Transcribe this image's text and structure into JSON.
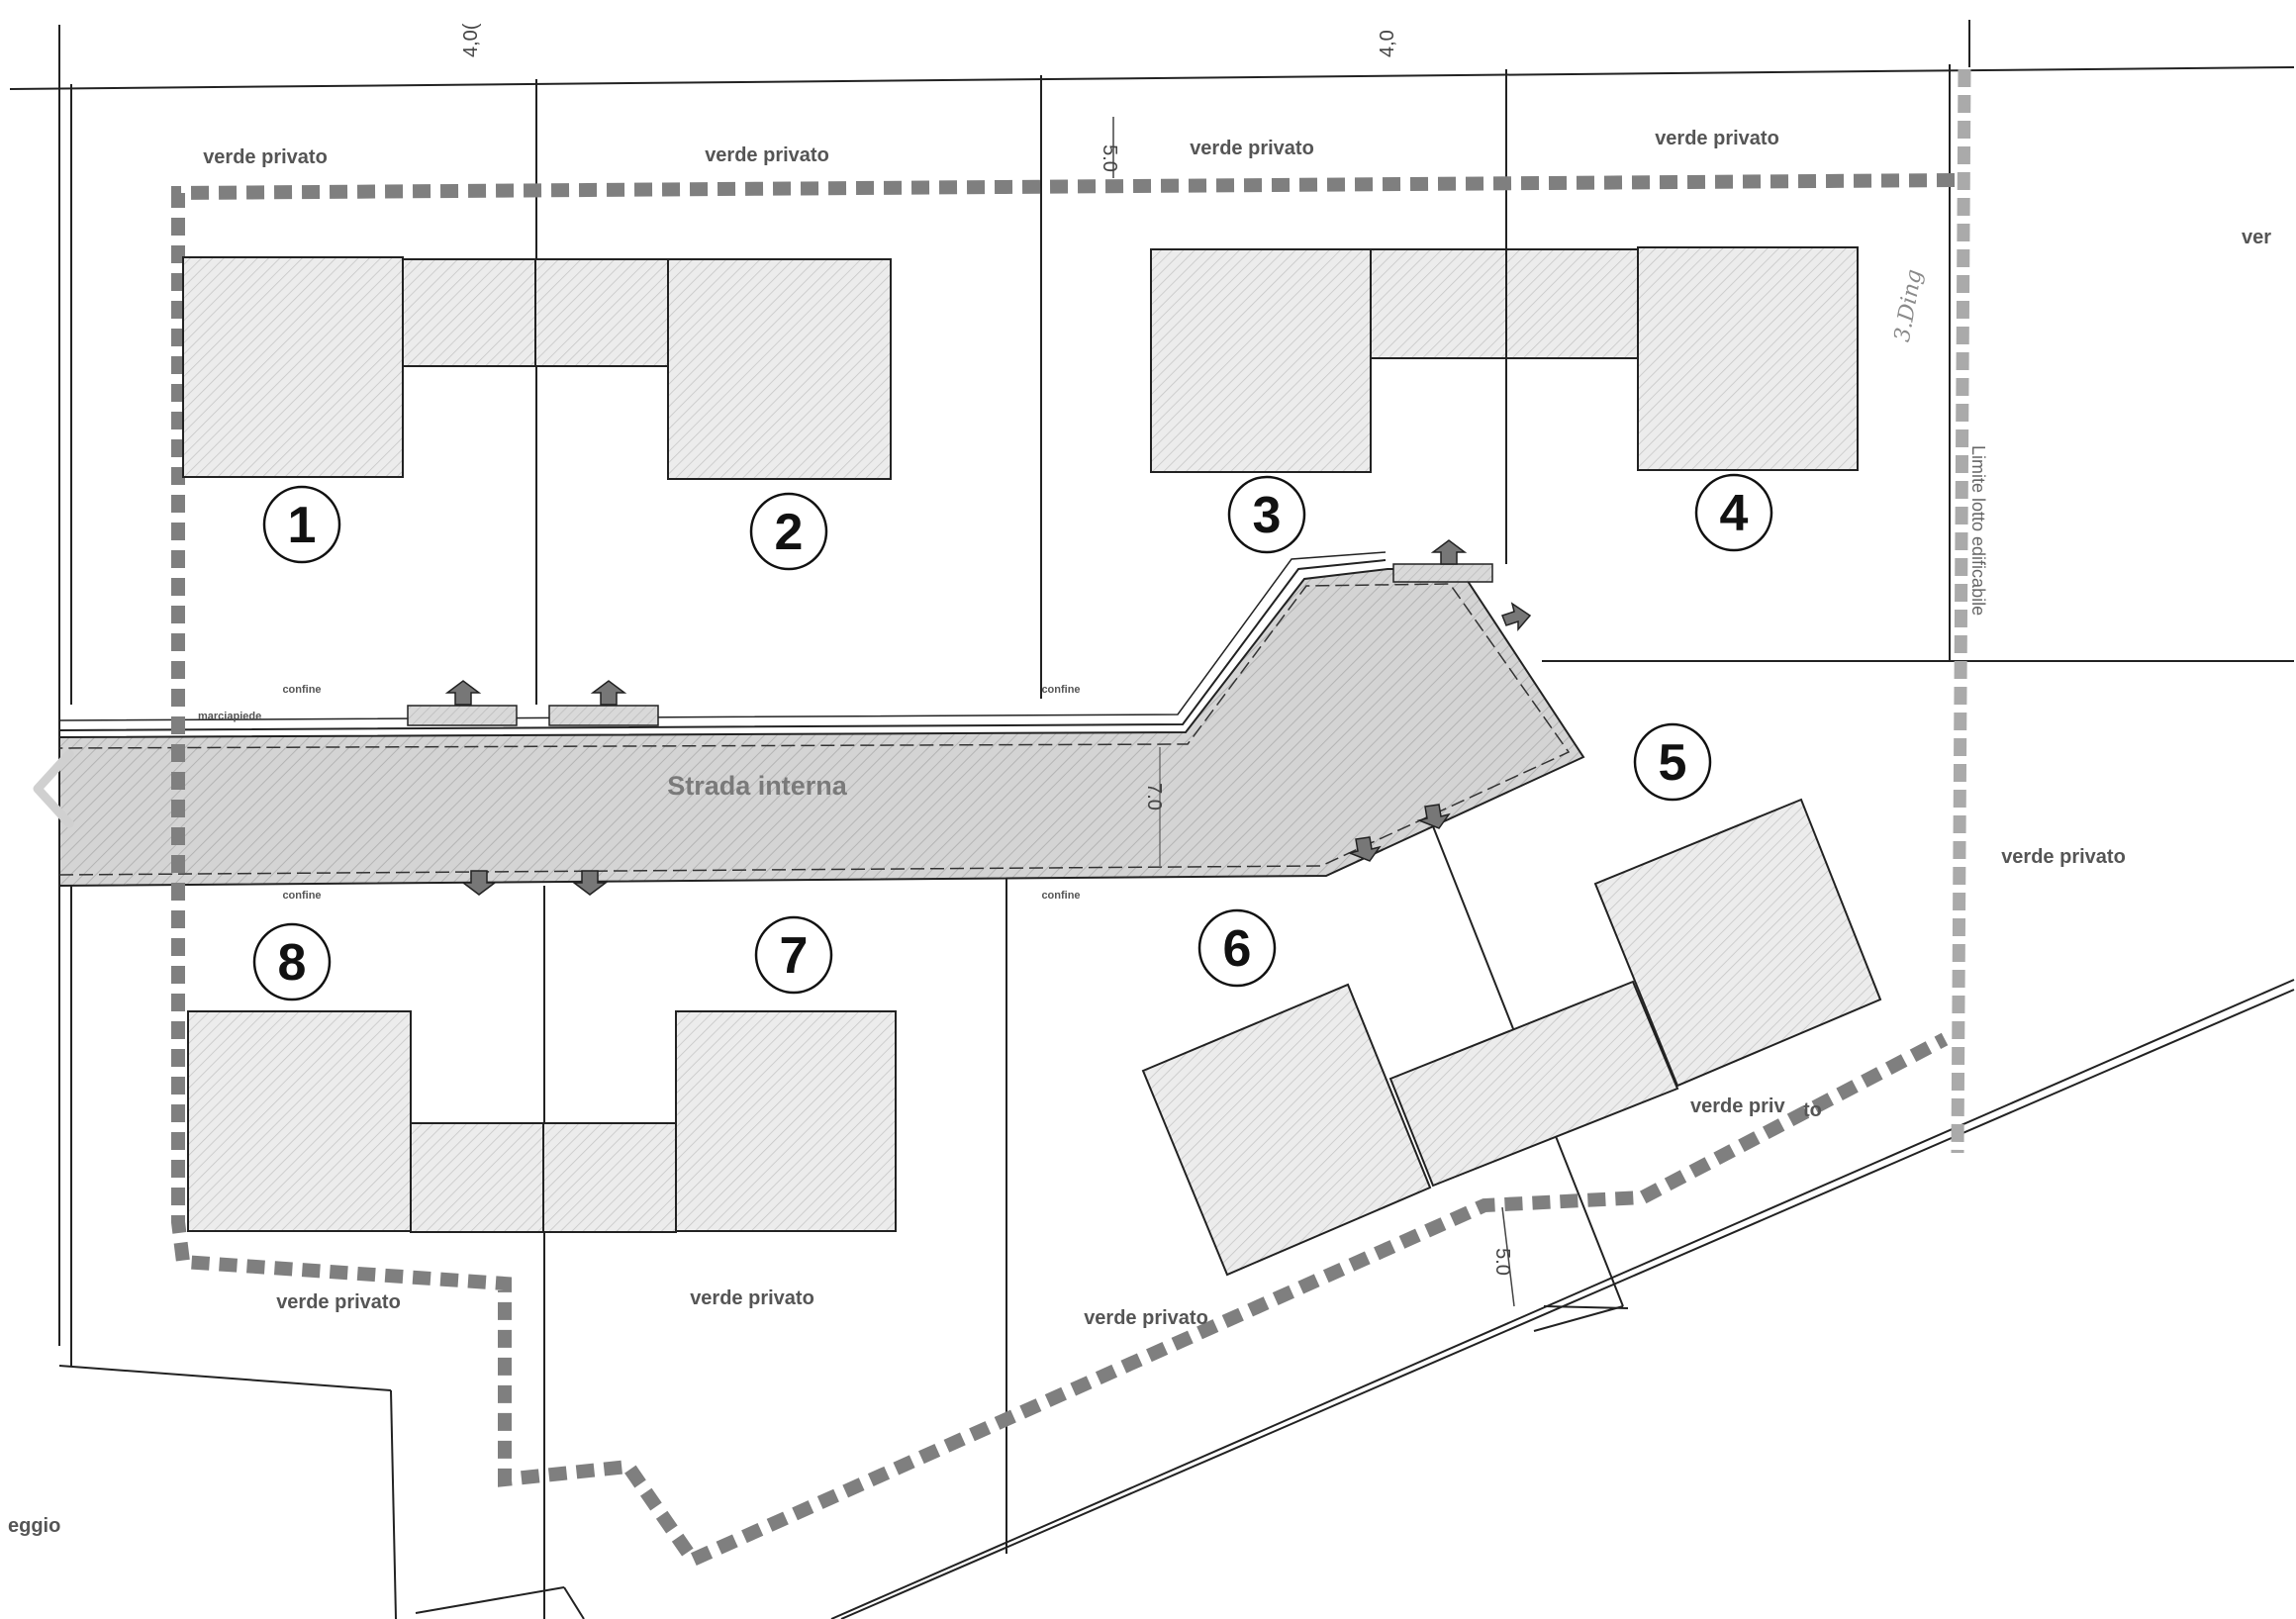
{
  "labels": {
    "verde": "verde privato",
    "verde_cut_right": "ver",
    "verde_partial": "verde priv",
    "verde_suffix": "to",
    "confine": "confine",
    "marciapiede": "marciapiede",
    "road": "Strada interna",
    "limite": "Limite lotto edificabile",
    "parcheggio_cut": "eggio",
    "handwriting": "3.Ding"
  },
  "dimensions": {
    "top_left": "4,0(",
    "top_right": "4,0",
    "setback_top": "5.0",
    "road_width": "7.0",
    "setback_bottom": "5.0"
  },
  "lot_numbers": [
    "1",
    "2",
    "3",
    "4",
    "5",
    "6",
    "7",
    "8"
  ],
  "colors": {
    "boundary": "#7f7f7f",
    "road_fill": "#d7d7d7",
    "building_fill": "#e9e9e9",
    "line": "#222222"
  }
}
